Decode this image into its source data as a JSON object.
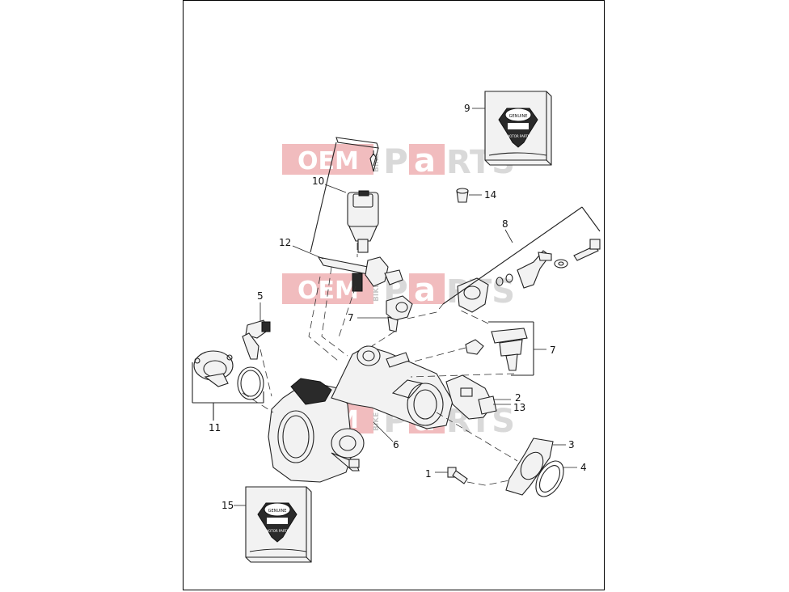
{
  "watermark": {
    "oem": "OEM",
    "bike": "BIKE",
    "parts_p": "P",
    "parts_a": "a",
    "parts_rts": "RTS",
    "color": "#d9333a"
  },
  "callouts": {
    "c1": "1",
    "c2": "2",
    "c3": "3",
    "c4": "4",
    "c5": "5",
    "c6": "6",
    "c7a": "7",
    "c7b": "7",
    "c8": "8",
    "c9": "9",
    "c10": "10",
    "c11": "11",
    "c12": "12",
    "c13": "13",
    "c14": "14",
    "c15": "15"
  },
  "logo_text": {
    "genuine": "GENUINE",
    "motor_parts": "MOTOR PARTS"
  }
}
